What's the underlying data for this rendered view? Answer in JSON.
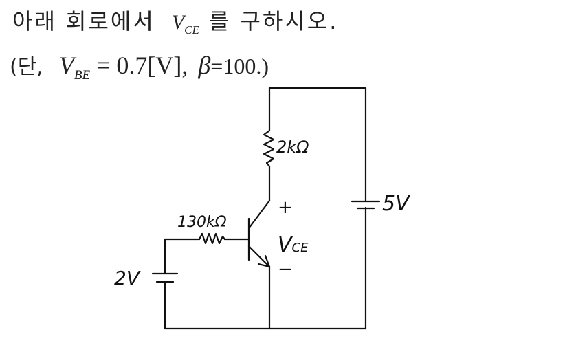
{
  "question": {
    "line1_prefix": "아래 회로에서",
    "line1_var": "V",
    "line1_var_sub": "CE",
    "line1_suffix": "를 구하시오.",
    "line2_open": "(단,",
    "line2_var": "V",
    "line2_var_sub": "BE",
    "line2_eq": "= 0.7[V],",
    "line2_beta": "β",
    "line2_beta_value": "=100.)"
  },
  "circuit": {
    "collector_resistor_label": "2kΩ",
    "base_resistor_label": "130kΩ",
    "supply_label": "5V",
    "base_source_label": "2V",
    "plus_sign": "+",
    "minus_sign": "−",
    "vce_letter": "V",
    "vce_sub": "CE"
  }
}
